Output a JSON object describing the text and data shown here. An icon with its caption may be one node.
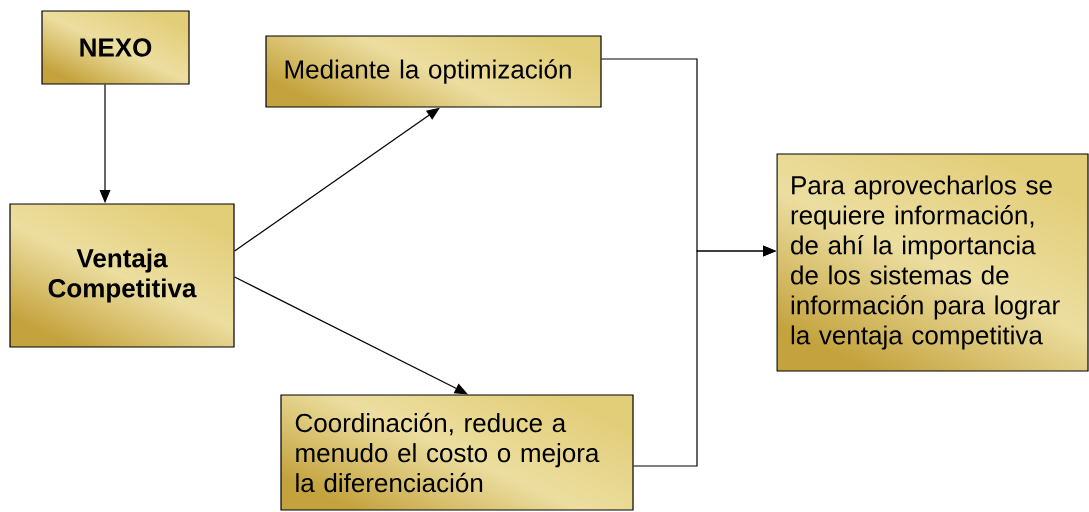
{
  "diagram": {
    "nodes": [
      {
        "text": [
          "NEXO"
        ]
      },
      {
        "text": [
          "Ventaja Competitiva"
        ]
      },
      {
        "text": [
          "Mediante la optimización"
        ]
      },
      {
        "text": [
          "Coordinación, reduce a menudo el costo o mejora la diferenciación"
        ]
      },
      {
        "text": [
          "Para aprovecharlos se requiere información, de ahí la importancia de los sistemas de información para lograr la ventaja competitiva"
        ]
      }
    ],
    "edges": [
      {
        "from": 0,
        "to": 1,
        "arrow": "to"
      },
      {
        "from": 1,
        "to": 2,
        "arrow": "to"
      },
      {
        "from": 1,
        "to": 3,
        "arrow": "to"
      },
      {
        "from": 2,
        "to": 4,
        "arrow": "to"
      },
      {
        "from": 3,
        "to": 4,
        "arrow": "to"
      }
    ]
  }
}
